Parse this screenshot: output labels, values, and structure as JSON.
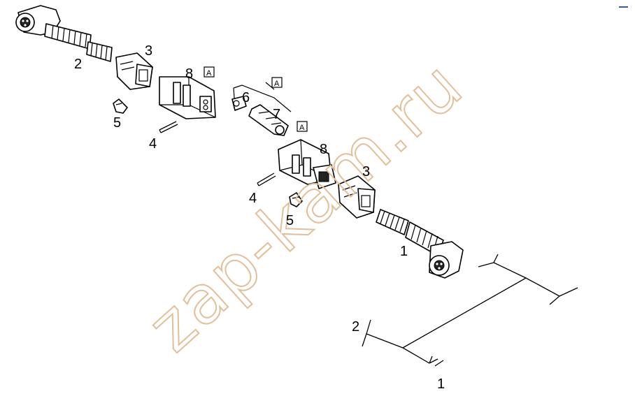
{
  "watermark": "zap-kam.ru",
  "callouts": {
    "left_harness": {
      "sleeve": "2",
      "housing": "3",
      "connector": "8",
      "cap": "5",
      "clip": "4",
      "boxed": "A"
    },
    "center_group": {
      "pin": "6",
      "terminal": "7",
      "boxed_top": "A",
      "boxed_bottom": "A"
    },
    "right_harness": {
      "connector": "8",
      "housing": "3",
      "clip": "4",
      "cap": "5",
      "sleeve": "1"
    },
    "schematic": {
      "end_left": "2",
      "end_bottom": "1"
    }
  },
  "colors": {
    "lines": "#000000",
    "watermark": "#e1bf9b",
    "corner_mark": "#3355cc"
  }
}
